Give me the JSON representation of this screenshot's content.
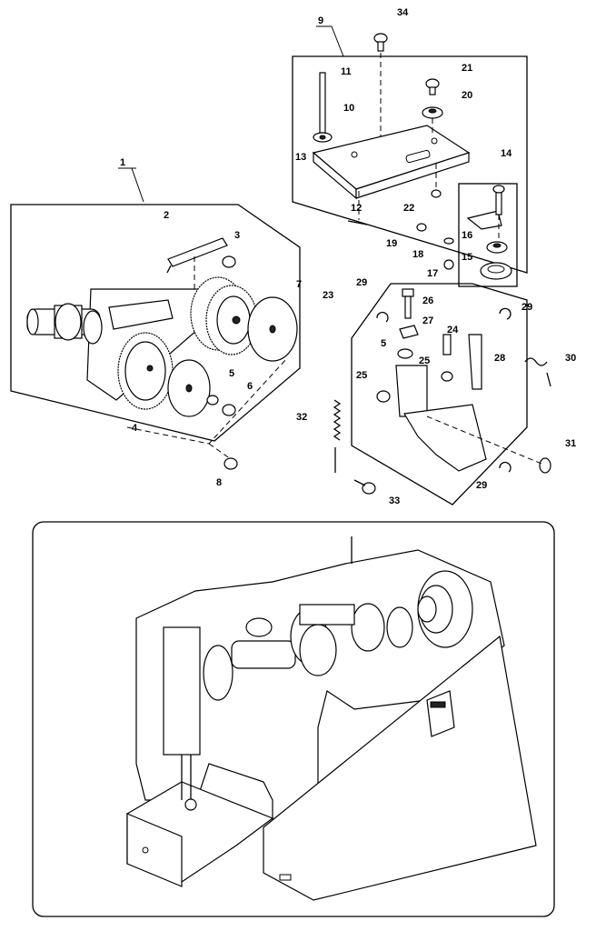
{
  "callouts": [
    {
      "id": "c1",
      "text": "1"
    },
    {
      "id": "c2",
      "text": "2"
    },
    {
      "id": "c3",
      "text": "3"
    },
    {
      "id": "c4",
      "text": "4"
    },
    {
      "id": "c5a",
      "text": "5"
    },
    {
      "id": "c6",
      "text": "6"
    },
    {
      "id": "c7",
      "text": "7"
    },
    {
      "id": "c8",
      "text": "8"
    },
    {
      "id": "c9",
      "text": "9"
    },
    {
      "id": "c10",
      "text": "10"
    },
    {
      "id": "c11",
      "text": "11"
    },
    {
      "id": "c12",
      "text": "12"
    },
    {
      "id": "c13",
      "text": "13"
    },
    {
      "id": "c14",
      "text": "14"
    },
    {
      "id": "c15",
      "text": "15"
    },
    {
      "id": "c16",
      "text": "16"
    },
    {
      "id": "c17",
      "text": "17"
    },
    {
      "id": "c18",
      "text": "18"
    },
    {
      "id": "c19",
      "text": "19"
    },
    {
      "id": "c20",
      "text": "20"
    },
    {
      "id": "c21",
      "text": "21"
    },
    {
      "id": "c22",
      "text": "22"
    },
    {
      "id": "c23",
      "text": "23"
    },
    {
      "id": "c24",
      "text": "24"
    },
    {
      "id": "c25a",
      "text": "25"
    },
    {
      "id": "c25b",
      "text": "25"
    },
    {
      "id": "c26",
      "text": "26"
    },
    {
      "id": "c27",
      "text": "27"
    },
    {
      "id": "c28",
      "text": "28"
    },
    {
      "id": "c29a",
      "text": "29"
    },
    {
      "id": "c29b",
      "text": "29"
    },
    {
      "id": "c29c",
      "text": "29"
    },
    {
      "id": "c30",
      "text": "30"
    },
    {
      "id": "c31",
      "text": "31"
    },
    {
      "id": "c32",
      "text": "32"
    },
    {
      "id": "c33",
      "text": "33"
    },
    {
      "id": "c34",
      "text": "34"
    },
    {
      "id": "c5b",
      "text": "5"
    }
  ]
}
